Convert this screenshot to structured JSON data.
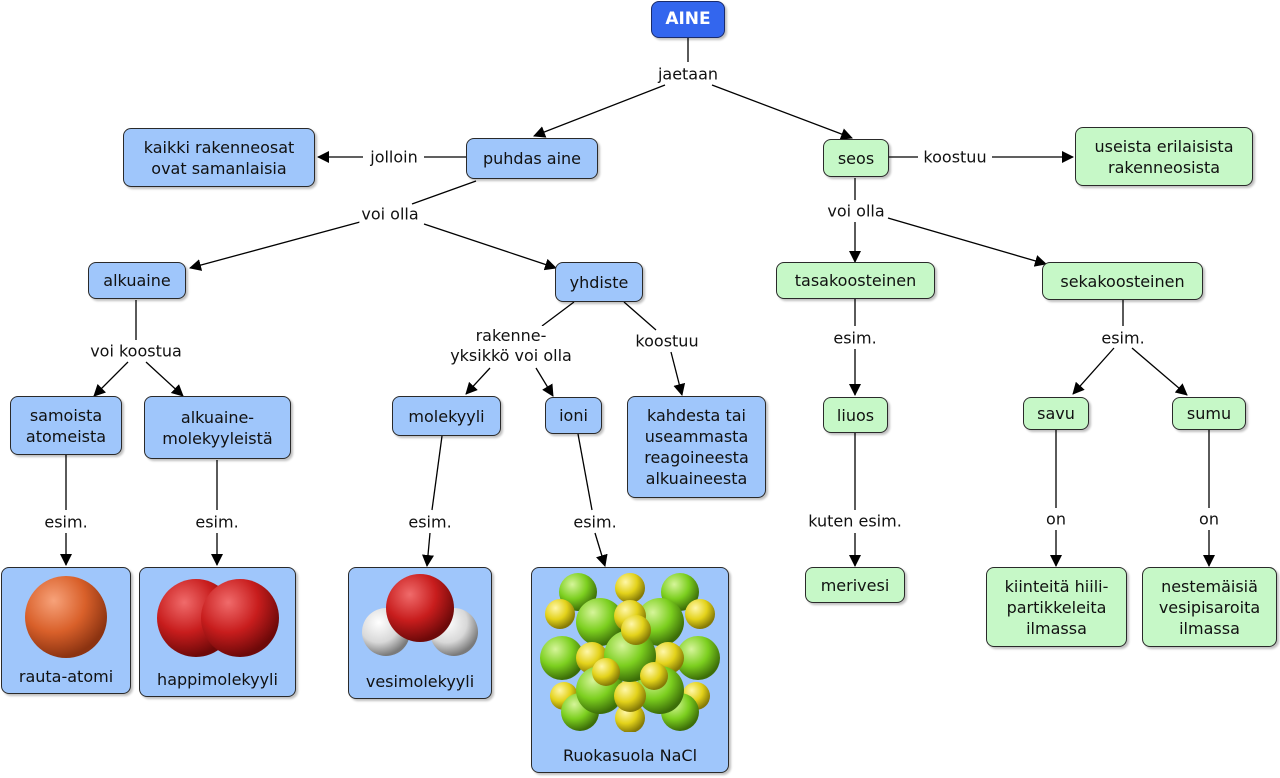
{
  "nodes": {
    "aine": "AINE",
    "puhdas_aine": "puhdas aine",
    "seos": "seos",
    "samanlaisia": "kaikki rakenneosat\novat samanlaisia",
    "erilaisista": "useista erilaisista\nrakenneosista",
    "alkuaine": "alkuaine",
    "yhdiste": "yhdiste",
    "tasakoosteinen": "tasakoosteinen",
    "sekakoosteinen": "sekakoosteinen",
    "samoista_atomeista": "samoista\natomeista",
    "alkuainemolekyyleista": "alkuaine-\nmolekyyleistä",
    "molekyyli": "molekyyli",
    "ioni": "ioni",
    "kahdesta": "kahdesta tai\nuseammasta\nreagoineesta\nalkuaineesta",
    "liuos": "liuos",
    "savu": "savu",
    "sumu": "sumu",
    "rauta_atomi": "rauta-atomi",
    "happimolekyyli": "happimolekyyli",
    "vesimolekyyli": "vesimolekyyli",
    "ruokasuola": "Ruokasuola NaCl",
    "merivesi": "merivesi",
    "hiilipartikkeleita": "kiinteitä hiili-\npartikkeleita\nilmassa",
    "vesipisaroita": "nestemäisiä\nvesipisaroita\nilmassa"
  },
  "links": {
    "jaetaan": "jaetaan",
    "jolloin": "jolloin",
    "koostuu_seos": "koostuu",
    "voi_olla_puhdas": "voi olla",
    "voi_olla_seos": "voi olla",
    "voi_koostua": "voi koostua",
    "rakenneyksikko": "rakenne-\nyksikkö voi olla",
    "koostuu_yhdiste": "koostuu",
    "esim_tasa": "esim.",
    "esim_seka": "esim.",
    "esim_samoista": "esim.",
    "esim_alkuainemol": "esim.",
    "esim_molekyyli": "esim.",
    "esim_ioni": "esim.",
    "kuten_esim": "kuten esim.",
    "on_savu": "on",
    "on_sumu": "on"
  },
  "colors": {
    "root": "#3366ee",
    "blue_node": "#9fc6fb",
    "green_node": "#c6f8c7",
    "iron": "#d9602a",
    "oxygen": "#c81d1d",
    "hydrogen": "#e6e6e6",
    "chlorine": "#7ccf1f",
    "sodium": "#e3d21a"
  }
}
